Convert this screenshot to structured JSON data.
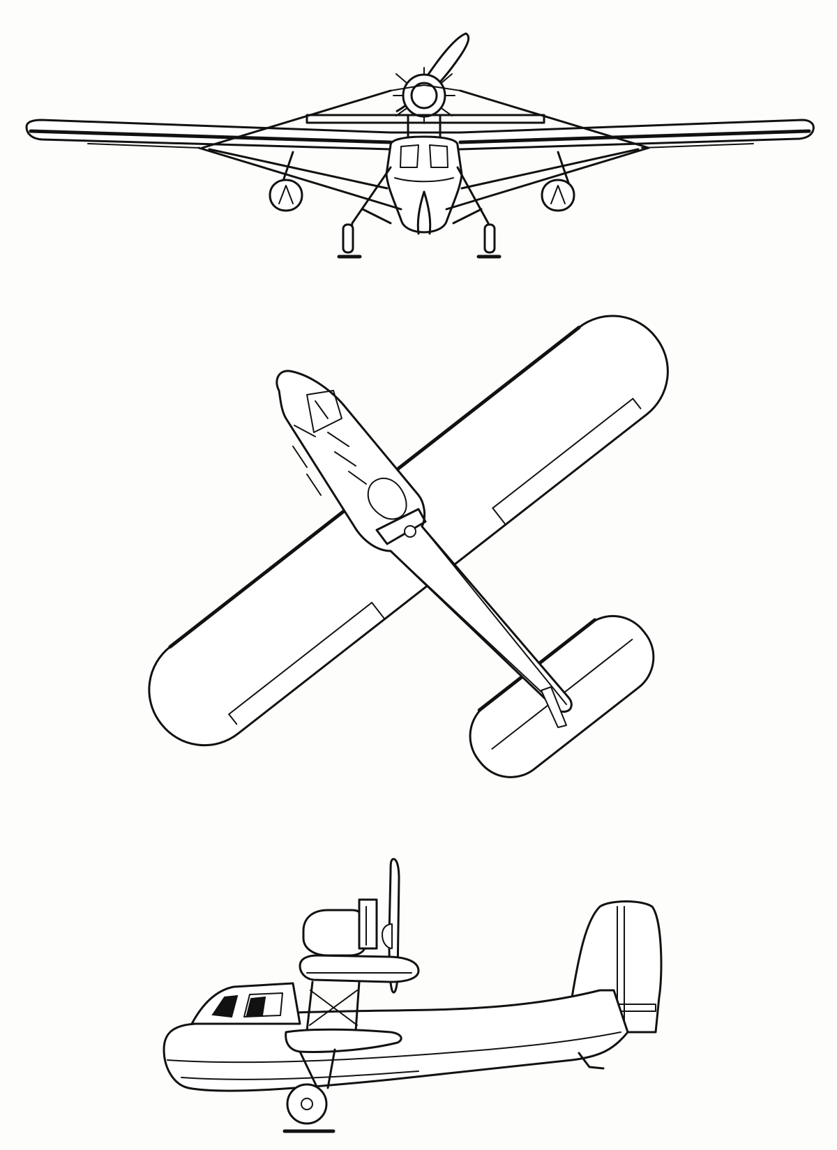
{
  "figure": {
    "views": [
      "front-view",
      "plan-view",
      "side-view"
    ],
    "subject": "amphibian-monoplane-three-view",
    "line_color": "#111111",
    "background_color": "#fdfdfb"
  }
}
